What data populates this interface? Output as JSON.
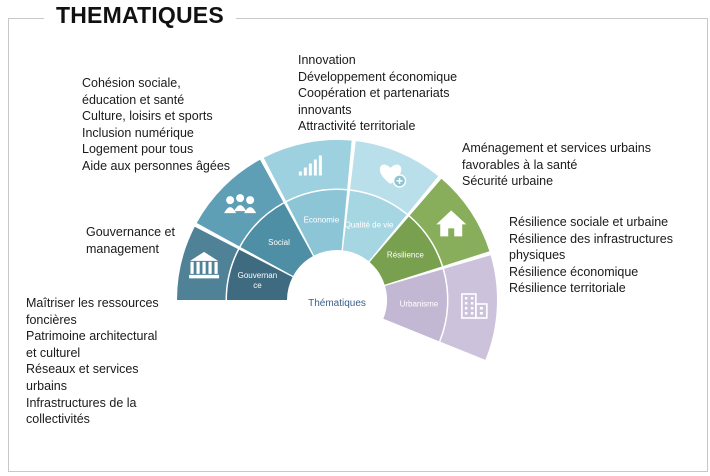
{
  "title": "THEMATIQUES",
  "center_label": "Thématiques",
  "segments": [
    {
      "key": "gouvernance",
      "inner_label_lines": [
        "Gouvernan",
        "ce"
      ],
      "inner_color": "#3e6b80",
      "outer_color": "#4f8197",
      "icon": "bank-building-icon",
      "items": [
        "Gouvernance et",
        "management"
      ]
    },
    {
      "key": "social",
      "inner_label_lines": [
        "Social"
      ],
      "inner_color": "#4e8fa5",
      "outer_color": "#5e9fb5",
      "icon": "people-group-icon",
      "items": [
        "Cohésion sociale,",
        "éducation et santé",
        "Culture, loisirs et sports",
        "Inclusion numérique",
        "Logement pour tous",
        "Aide aux personnes âgées"
      ]
    },
    {
      "key": "economie",
      "inner_label_lines": [
        "Economie"
      ],
      "inner_color": "#8cc6d6",
      "outer_color": "#9dd1df",
      "icon": "bar-chart-icon",
      "items": [
        "Innovation",
        "Développement économique",
        "Coopération et partenariats",
        "innovants",
        "Attractivité territoriale"
      ]
    },
    {
      "key": "qualite",
      "inner_label_lines": [
        "Qualité de vie"
      ],
      "inner_color": "#a7d6e3",
      "outer_color": "#b9dfea",
      "icon": "heart-plus-icon",
      "items": [
        "Aménagement et services urbains",
        "favorables à la santé",
        "Sécurité urbaine"
      ]
    },
    {
      "key": "resilience",
      "inner_label_lines": [
        "Résilience"
      ],
      "inner_color": "#79a04e",
      "outer_color": "#88ad5b",
      "icon": "house-icon",
      "items": [
        "Résilience sociale et urbaine",
        "Résilience des infrastructures",
        "physiques",
        "Résilience économique",
        "Résilience territoriale"
      ]
    },
    {
      "key": "urbanisme",
      "inner_label_lines": [
        "Urbanisme"
      ],
      "inner_color": "#c3b8d4",
      "outer_color": "#cdc2dc",
      "icon": "city-buildings-icon",
      "items": [
        "Maîtriser les ressources",
        "foncières",
        "Patrimoine architectural",
        "et culturel",
        "Réseaux et services",
        "urbains",
        "Infrastructures de la",
        "collectivités"
      ]
    }
  ]
}
